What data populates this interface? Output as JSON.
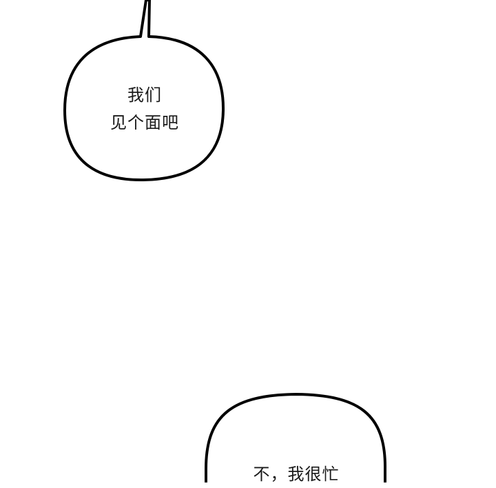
{
  "panel": {
    "background": "#ffffff",
    "outline_color": "#000000"
  },
  "bubbles": [
    {
      "id": "bubble-1",
      "lines": [
        "我们",
        "见个面吧"
      ],
      "tail": "top"
    },
    {
      "id": "bubble-2",
      "lines": [
        "不，我很忙"
      ],
      "tail": "none-visible"
    }
  ]
}
